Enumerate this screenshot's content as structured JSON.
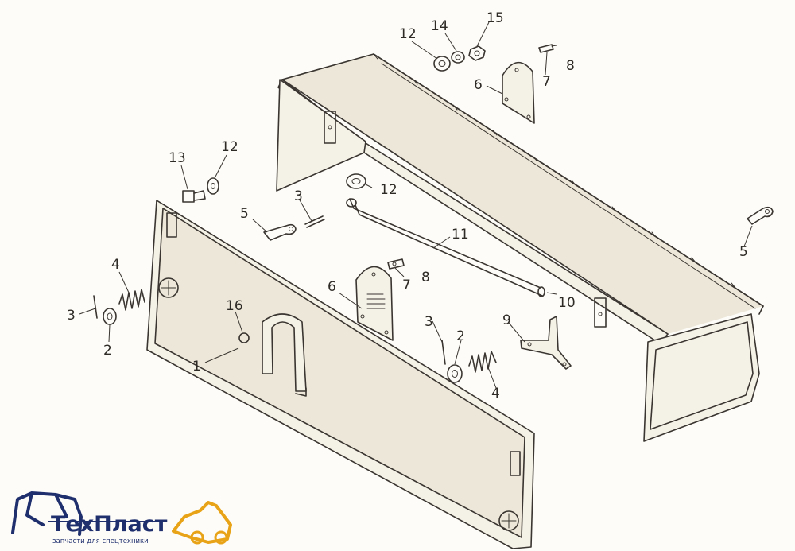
{
  "callouts": {
    "c12a": "12",
    "c14": "14",
    "c15": "15",
    "c6a": "6",
    "c7a": "7",
    "c8a": "8",
    "c13": "13",
    "c12b": "12",
    "c3a": "3",
    "c12c": "12",
    "c5a": "5",
    "c5b": "5",
    "c11": "11",
    "c4a": "4",
    "c3b": "3",
    "c2a": "2",
    "c16": "16",
    "c1": "1",
    "c6b": "6",
    "c7b": "7",
    "c8b": "8",
    "c10": "10",
    "c9": "9",
    "c3c": "3",
    "c2b": "2",
    "c4b": "4"
  },
  "logo": {
    "name": "ТехПласт",
    "tagline": "запчасти для спецтехники",
    "colors": {
      "text": "#1f2f6e",
      "accent": "#e8a317"
    }
  }
}
